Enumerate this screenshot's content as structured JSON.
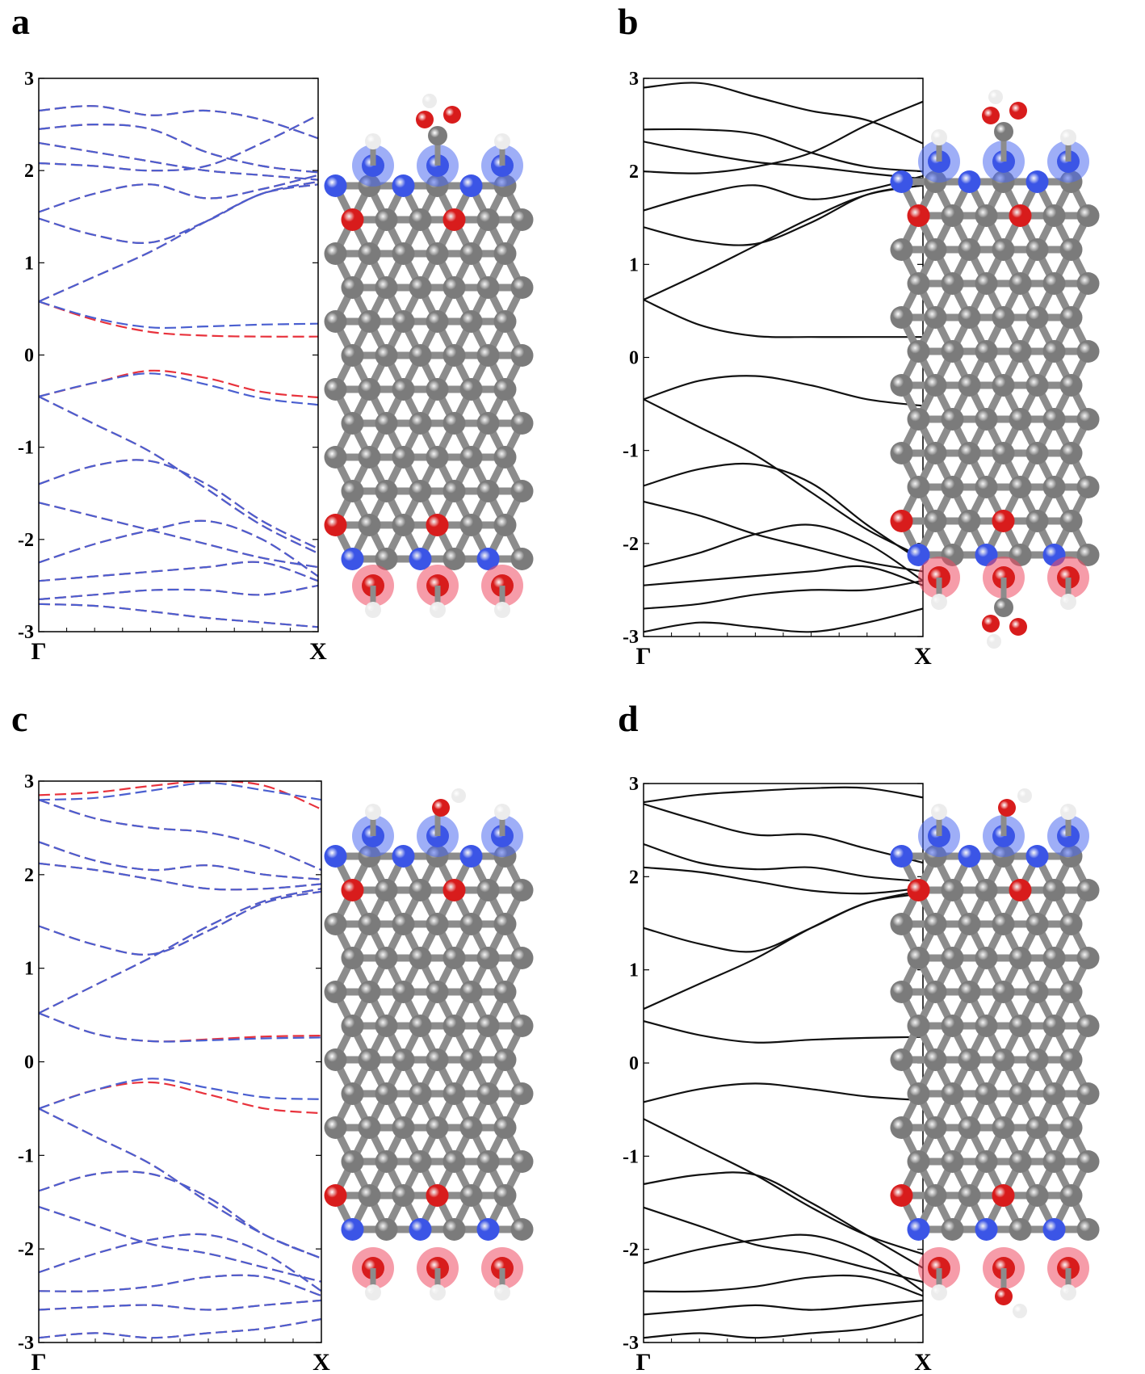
{
  "colors": {
    "spin_up": "#e8323c",
    "spin_down": "#4a5fd0",
    "nonmagnetic": "#111111",
    "carbon": "#7b7b7b",
    "nitrogen": "#3b55e6",
    "oxygen": "#d81c1c",
    "hydrogen": "#ececec",
    "highlight_blue": "#4f6cf0",
    "highlight_red": "#ef4a63"
  },
  "chart_data": [
    {
      "panel_label": "a",
      "type": "line",
      "spin_polarized": true,
      "xlabels": [
        "Γ",
        "X"
      ],
      "yticks": [
        "3",
        "2",
        "1",
        "0",
        "-1",
        "-2",
        "-3"
      ],
      "ylim": [
        -3,
        3
      ],
      "grid": false,
      "bands_spin_up": [
        {
          "y": [
            0.58,
            0.38,
            0.25,
            0.21,
            0.2,
            0.2
          ]
        },
        {
          "y": [
            -0.45,
            -0.3,
            -0.17,
            -0.25,
            -0.4,
            -0.46
          ]
        },
        {
          "y": [
            0.58,
            0.85,
            1.12,
            1.45,
            1.75,
            1.88
          ]
        },
        {
          "y": [
            -0.45,
            -0.75,
            -1.05,
            -1.45,
            -1.85,
            -2.15
          ]
        },
        {
          "y": [
            -1.4,
            -1.2,
            -1.15,
            -1.4,
            -1.8,
            -2.1
          ]
        },
        {
          "y": [
            1.48,
            1.3,
            1.22,
            1.45,
            1.75,
            1.85
          ]
        },
        {
          "y": [
            1.55,
            1.75,
            1.85,
            1.7,
            1.8,
            1.95
          ]
        },
        {
          "y": [
            2.3,
            2.2,
            2.1,
            2.0,
            1.95,
            1.9
          ]
        },
        {
          "y": [
            2.45,
            2.5,
            2.45,
            2.2,
            2.05,
            1.98
          ]
        },
        {
          "y": [
            2.65,
            2.7,
            2.6,
            2.65,
            2.55,
            2.35
          ]
        },
        {
          "y": [
            2.08,
            2.05,
            2.0,
            2.05,
            2.3,
            2.6
          ]
        },
        {
          "y": [
            -1.6,
            -1.75,
            -1.9,
            -2.05,
            -2.2,
            -2.3
          ]
        },
        {
          "y": [
            -2.25,
            -2.05,
            -1.9,
            -1.8,
            -2.0,
            -2.4
          ]
        },
        {
          "y": [
            -2.45,
            -2.4,
            -2.35,
            -2.3,
            -2.25,
            -2.45
          ]
        },
        {
          "y": [
            -2.65,
            -2.6,
            -2.55,
            -2.55,
            -2.6,
            -2.5
          ]
        },
        {
          "y": [
            -2.7,
            -2.72,
            -2.78,
            -2.85,
            -2.9,
            -2.95
          ]
        }
      ],
      "bands_spin_down": [
        {
          "y": [
            0.58,
            0.4,
            0.3,
            0.31,
            0.33,
            0.34
          ]
        },
        {
          "y": [
            -0.45,
            -0.3,
            -0.2,
            -0.32,
            -0.47,
            -0.54
          ]
        },
        {
          "y": [
            0.58,
            0.85,
            1.12,
            1.45,
            1.75,
            1.88
          ]
        },
        {
          "y": [
            -0.45,
            -0.75,
            -1.05,
            -1.45,
            -1.85,
            -2.15
          ]
        },
        {
          "y": [
            -1.4,
            -1.2,
            -1.15,
            -1.4,
            -1.8,
            -2.1
          ]
        },
        {
          "y": [
            1.48,
            1.3,
            1.22,
            1.45,
            1.75,
            1.85
          ]
        },
        {
          "y": [
            1.55,
            1.75,
            1.85,
            1.7,
            1.8,
            1.95
          ]
        },
        {
          "y": [
            2.3,
            2.2,
            2.1,
            2.0,
            1.95,
            1.9
          ]
        },
        {
          "y": [
            2.45,
            2.5,
            2.45,
            2.2,
            2.05,
            1.98
          ]
        },
        {
          "y": [
            2.65,
            2.7,
            2.6,
            2.65,
            2.55,
            2.35
          ]
        },
        {
          "y": [
            2.08,
            2.05,
            2.0,
            2.05,
            2.3,
            2.6
          ]
        },
        {
          "y": [
            -1.6,
            -1.75,
            -1.9,
            -2.05,
            -2.2,
            -2.3
          ]
        },
        {
          "y": [
            -2.25,
            -2.05,
            -1.9,
            -1.8,
            -2.0,
            -2.4
          ]
        },
        {
          "y": [
            -2.45,
            -2.4,
            -2.35,
            -2.3,
            -2.25,
            -2.45
          ]
        },
        {
          "y": [
            -2.65,
            -2.6,
            -2.55,
            -2.55,
            -2.6,
            -2.5
          ]
        },
        {
          "y": [
            -2.7,
            -2.72,
            -2.78,
            -2.85,
            -2.9,
            -2.95
          ]
        }
      ]
    },
    {
      "panel_label": "b",
      "type": "line",
      "spin_polarized": false,
      "xlabels": [
        "Γ",
        "X"
      ],
      "yticks": [
        "3",
        "2",
        "1",
        "0",
        "-1",
        "-2",
        "-3"
      ],
      "ylim": [
        -3,
        3
      ],
      "grid": false,
      "bands": [
        {
          "y": [
            0.62,
            0.35,
            0.23,
            0.22,
            0.22,
            0.22
          ]
        },
        {
          "y": [
            -0.45,
            -0.25,
            -0.2,
            -0.3,
            -0.45,
            -0.52
          ]
        },
        {
          "y": [
            0.62,
            0.9,
            1.2,
            1.5,
            1.75,
            1.85
          ]
        },
        {
          "y": [
            -0.45,
            -0.75,
            -1.05,
            -1.45,
            -1.85,
            -2.15
          ]
        },
        {
          "y": [
            -1.38,
            -1.2,
            -1.15,
            -1.35,
            -1.8,
            -2.2
          ]
        },
        {
          "y": [
            1.4,
            1.25,
            1.22,
            1.45,
            1.75,
            1.85
          ]
        },
        {
          "y": [
            1.58,
            1.75,
            1.85,
            1.7,
            1.8,
            1.95
          ]
        },
        {
          "y": [
            2.32,
            2.2,
            2.1,
            2.05,
            1.98,
            1.92
          ]
        },
        {
          "y": [
            2.45,
            2.45,
            2.4,
            2.2,
            2.05,
            2.0
          ]
        },
        {
          "y": [
            2.9,
            2.95,
            2.8,
            2.65,
            2.55,
            2.3
          ]
        },
        {
          "y": [
            2.0,
            1.98,
            2.05,
            2.2,
            2.5,
            2.75
          ]
        },
        {
          "y": [
            -1.55,
            -1.7,
            -1.9,
            -2.05,
            -2.2,
            -2.3
          ]
        },
        {
          "y": [
            -2.25,
            -2.1,
            -1.9,
            -1.8,
            -2.0,
            -2.4
          ]
        },
        {
          "y": [
            -2.45,
            -2.4,
            -2.35,
            -2.3,
            -2.25,
            -2.45
          ]
        },
        {
          "y": [
            -2.7,
            -2.65,
            -2.55,
            -2.5,
            -2.5,
            -2.4
          ]
        },
        {
          "y": [
            -2.95,
            -2.85,
            -2.9,
            -2.95,
            -2.85,
            -2.7
          ]
        }
      ]
    },
    {
      "panel_label": "c",
      "type": "line",
      "spin_polarized": true,
      "xlabels": [
        "Γ",
        "X"
      ],
      "yticks": [
        "3",
        "2",
        "1",
        "0",
        "-1",
        "-2",
        "-3"
      ],
      "ylim": [
        -3,
        3
      ],
      "grid": false,
      "bands_spin_up": [
        {
          "y": [
            0.52,
            0.3,
            0.22,
            0.24,
            0.27,
            0.28
          ]
        },
        {
          "y": [
            -0.5,
            -0.3,
            -0.22,
            -0.35,
            -0.5,
            -0.55
          ]
        },
        {
          "y": [
            0.52,
            0.82,
            1.12,
            1.45,
            1.72,
            1.85
          ]
        },
        {
          "y": [
            -0.5,
            -0.8,
            -1.1,
            -1.5,
            -1.85,
            -2.1
          ]
        },
        {
          "y": [
            -1.38,
            -1.2,
            -1.2,
            -1.45,
            -1.85,
            -2.1
          ]
        },
        {
          "y": [
            1.45,
            1.25,
            1.15,
            1.4,
            1.7,
            1.82
          ]
        },
        {
          "y": [
            2.12,
            2.05,
            1.95,
            1.85,
            1.85,
            1.9
          ]
        },
        {
          "y": [
            2.35,
            2.15,
            2.05,
            2.1,
            2.0,
            1.95
          ]
        },
        {
          "y": [
            2.85,
            2.88,
            2.95,
            3.0,
            2.95,
            2.7
          ]
        },
        {
          "y": [
            2.8,
            2.6,
            2.5,
            2.45,
            2.3,
            2.05
          ]
        },
        {
          "y": [
            -1.55,
            -1.75,
            -1.95,
            -2.05,
            -2.2,
            -2.35
          ]
        },
        {
          "y": [
            -2.25,
            -2.05,
            -1.9,
            -1.85,
            -2.05,
            -2.45
          ]
        },
        {
          "y": [
            -2.45,
            -2.45,
            -2.4,
            -2.3,
            -2.3,
            -2.5
          ]
        },
        {
          "y": [
            -2.65,
            -2.62,
            -2.6,
            -2.65,
            -2.6,
            -2.55
          ]
        },
        {
          "y": [
            -2.95,
            -2.9,
            -2.95,
            -2.9,
            -2.85,
            -2.75
          ]
        }
      ],
      "bands_spin_down": [
        {
          "y": [
            0.52,
            0.3,
            0.22,
            0.23,
            0.25,
            0.26
          ]
        },
        {
          "y": [
            -0.5,
            -0.3,
            -0.18,
            -0.28,
            -0.38,
            -0.4
          ]
        },
        {
          "y": [
            0.52,
            0.82,
            1.12,
            1.45,
            1.72,
            1.85
          ]
        },
        {
          "y": [
            -0.5,
            -0.8,
            -1.1,
            -1.5,
            -1.85,
            -2.1
          ]
        },
        {
          "y": [
            -1.38,
            -1.2,
            -1.2,
            -1.45,
            -1.85,
            -2.1
          ]
        },
        {
          "y": [
            1.45,
            1.25,
            1.15,
            1.4,
            1.7,
            1.82
          ]
        },
        {
          "y": [
            2.12,
            2.05,
            1.95,
            1.85,
            1.85,
            1.9
          ]
        },
        {
          "y": [
            2.35,
            2.15,
            2.05,
            2.1,
            2.0,
            1.95
          ]
        },
        {
          "y": [
            2.8,
            2.82,
            2.9,
            2.98,
            2.9,
            2.8
          ]
        },
        {
          "y": [
            2.8,
            2.6,
            2.5,
            2.45,
            2.3,
            2.05
          ]
        },
        {
          "y": [
            -1.55,
            -1.75,
            -1.95,
            -2.05,
            -2.2,
            -2.35
          ]
        },
        {
          "y": [
            -2.25,
            -2.05,
            -1.9,
            -1.85,
            -2.05,
            -2.45
          ]
        },
        {
          "y": [
            -2.45,
            -2.45,
            -2.4,
            -2.3,
            -2.3,
            -2.5
          ]
        },
        {
          "y": [
            -2.65,
            -2.62,
            -2.6,
            -2.65,
            -2.6,
            -2.55
          ]
        },
        {
          "y": [
            -2.95,
            -2.9,
            -2.95,
            -2.9,
            -2.85,
            -2.75
          ]
        }
      ]
    },
    {
      "panel_label": "d",
      "type": "line",
      "spin_polarized": false,
      "xlabels": [
        "Γ",
        "X"
      ],
      "yticks": [
        "3",
        "2",
        "1",
        "0",
        "-1",
        "-2",
        "-3"
      ],
      "ylim": [
        -3,
        3
      ],
      "grid": false,
      "bands": [
        {
          "y": [
            0.45,
            0.3,
            0.22,
            0.25,
            0.27,
            0.28
          ]
        },
        {
          "y": [
            -0.42,
            -0.28,
            -0.22,
            -0.28,
            -0.36,
            -0.4
          ]
        },
        {
          "y": [
            0.58,
            0.85,
            1.12,
            1.45,
            1.72,
            1.85
          ]
        },
        {
          "y": [
            -0.6,
            -0.9,
            -1.2,
            -1.55,
            -1.85,
            -2.05
          ]
        },
        {
          "y": [
            -1.3,
            -1.2,
            -1.2,
            -1.5,
            -1.85,
            -2.2
          ]
        },
        {
          "y": [
            1.45,
            1.28,
            1.2,
            1.45,
            1.72,
            1.82
          ]
        },
        {
          "y": [
            2.1,
            2.05,
            1.95,
            1.85,
            1.82,
            1.88
          ]
        },
        {
          "y": [
            2.35,
            2.15,
            2.08,
            2.1,
            2.0,
            1.95
          ]
        },
        {
          "y": [
            2.8,
            2.88,
            2.92,
            2.95,
            2.95,
            2.85
          ]
        },
        {
          "y": [
            2.78,
            2.6,
            2.45,
            2.45,
            2.3,
            2.15
          ]
        },
        {
          "y": [
            -1.55,
            -1.75,
            -1.95,
            -2.05,
            -2.2,
            -2.35
          ]
        },
        {
          "y": [
            -2.15,
            -2.0,
            -1.9,
            -1.85,
            -2.05,
            -2.45
          ]
        },
        {
          "y": [
            -2.45,
            -2.45,
            -2.4,
            -2.3,
            -2.3,
            -2.5
          ]
        },
        {
          "y": [
            -2.7,
            -2.65,
            -2.6,
            -2.65,
            -2.6,
            -2.55
          ]
        },
        {
          "y": [
            -2.95,
            -2.9,
            -2.95,
            -2.9,
            -2.85,
            -2.7
          ]
        }
      ]
    }
  ],
  "structures": [
    {
      "panel": "a",
      "top_groups": [
        "H",
        "COOH",
        "H"
      ],
      "bottom_groups": [
        "H",
        "H",
        "H"
      ]
    },
    {
      "panel": "b",
      "top_groups": [
        "H",
        "COOH",
        "H"
      ],
      "bottom_groups": [
        "H",
        "COOH",
        "H"
      ]
    },
    {
      "panel": "c",
      "top_groups": [
        "H",
        "OH",
        "H"
      ],
      "bottom_groups": [
        "H",
        "H",
        "H"
      ]
    },
    {
      "panel": "d",
      "top_groups": [
        "H",
        "OH",
        "H"
      ],
      "bottom_groups": [
        "H",
        "OH",
        "H"
      ]
    }
  ]
}
